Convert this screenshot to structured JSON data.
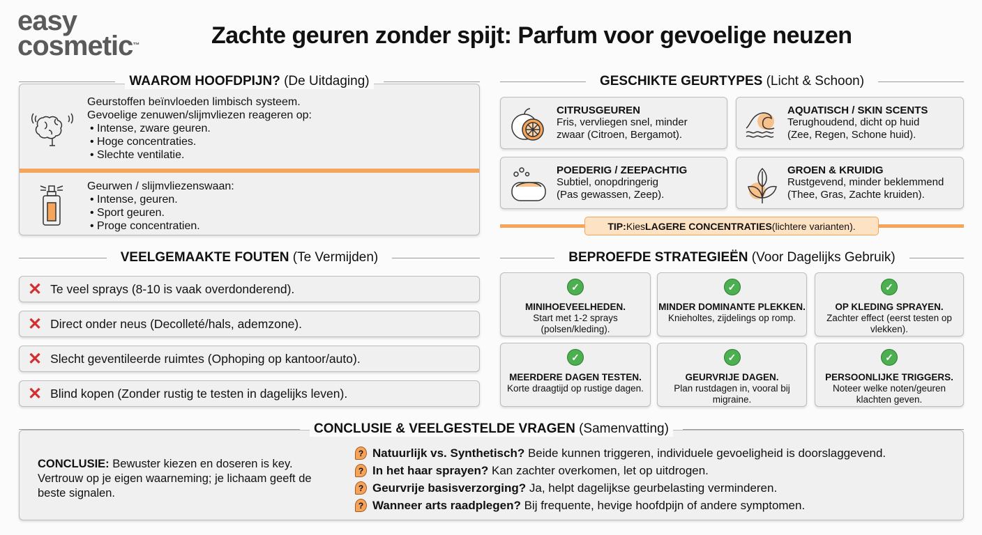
{
  "logo": {
    "line1": "easy",
    "line2": "cosmetic",
    "tm": "™"
  },
  "title": "Zachte geuren zonder spijt: Parfum voor gevoelige neuzen",
  "colors": {
    "accent": "#f4a55a",
    "check": "#4caf50",
    "cross": "#d32f2f"
  },
  "why": {
    "head_bold": "WAAROM HOOFDPIJN?",
    "head_rest": " (De Uitdaging)",
    "block1": {
      "icon": "brain-icon",
      "lines": [
        "Geurstoffen beïnvloeden limbisch systeem.",
        "Gevoelige zenuwen/slijmvliezen reageren op:"
      ],
      "bullets": [
        "• Intense, zware geuren.",
        "• Hoge concentraties.",
        "• Slechte ventilatie."
      ]
    },
    "block2": {
      "icon": "perfume-bottle-icon",
      "lines": [
        "Geurwen / slijmvliezenswaan:"
      ],
      "bullets": [
        "• Intense, geuren.",
        "• Sport geuren.",
        "• Proge concentratien."
      ]
    }
  },
  "mistakes": {
    "head_bold": "VEELGEMAAKTE FOUTEN",
    "head_rest": " (Te Vermijden)",
    "items": [
      "Te veel sprays (8-10 is vaak overdonderend).",
      "Direct onder neus (Decolleté/hals, ademzone).",
      "Slecht geventileerde ruimtes (Ophoping op kantoor/auto).",
      "Blind kopen (Zonder rustig te testen in dagelijks leven)."
    ]
  },
  "types": {
    "head_bold": "GESCHIKTE GEURTYPES",
    "head_rest": " (Licht & Schoon)",
    "items": [
      {
        "icon": "citrus-icon",
        "title": "CITRUSGEUREN",
        "l1": "Fris, vervliegen snel, minder",
        "l2": "zwaar (Citroen, Bergamot)."
      },
      {
        "icon": "wave-icon",
        "title": "AQUATISCH / SKIN SCENTS",
        "l1": "Terughoudend, dicht op huid",
        "l2": "(Zee, Regen, Schone huid)."
      },
      {
        "icon": "soap-icon",
        "title": "POEDERIG / ZEEPACHTIG",
        "l1": "Subtiel, onopdringerig",
        "l2": "(Pas gewassen, Zeep)."
      },
      {
        "icon": "leaf-icon",
        "title": "GROEN & KRUIDIG",
        "l1": "Rustgevend, minder beklemmend",
        "l2": "(Thee, Gras, Zachte kruiden)."
      }
    ],
    "tip": {
      "label": "TIP:",
      "pre": " Kies ",
      "bold": "LAGERE CONCENTRATIES",
      "post": " (lichtere varianten)."
    }
  },
  "strategies": {
    "head_bold": "BEPROEFDE STRATEGIEËN",
    "head_rest": " (Voor Dagelijks Gebruik)",
    "items": [
      {
        "title": "MINIHOEVEELHEDEN.",
        "text": "Start met 1-2 sprays (polsen/kleding)."
      },
      {
        "title": "MINDER DOMINANTE PLEKKEN.",
        "text": " Knieholtes, zijdelings op romp."
      },
      {
        "title": "OP KLEDING SPRAYEN.",
        "text": "Zachter effect (eerst testen op vlekken)."
      },
      {
        "title": "MEERDERE DAGEN TESTEN.",
        "text": "Korte draagtijd op rustige dagen."
      },
      {
        "title": "GEURVRIJE DAGEN.",
        "text": "Plan rustdagen in, vooral bij migraine."
      },
      {
        "title": "PERSOONLIJKE TRIGGERS.",
        "text": "Noteer welke noten/geuren klachten geven."
      }
    ]
  },
  "conclusion": {
    "head_bold": "CONCLUSIE & VEELGESTELDE VRAGEN",
    "head_rest": " (Samenvatting)",
    "label": "CONCLUSIE:",
    "text": " Bewuster kiezen en doseren is key. Vertrouw op je eigen waarneming; je lichaam geeft de beste signalen.",
    "faq": [
      {
        "q": "Natuurlijk vs. Synthetisch?",
        "a": " Beide kunnen triggeren, individuele gevoeligheid is doorslaggevend."
      },
      {
        "q": "In het haar sprayen?",
        "a": " Kan zachter overkomen, let op uitdrogen."
      },
      {
        "q": "Geurvrije basisverzorging?",
        "a": " Ja, helpt dagelijkse geurbelasting verminderen."
      },
      {
        "q": "Wanneer arts raadplegen?",
        "a": " Bij frequente, hevige hoofdpijn of andere symptomen."
      }
    ]
  }
}
